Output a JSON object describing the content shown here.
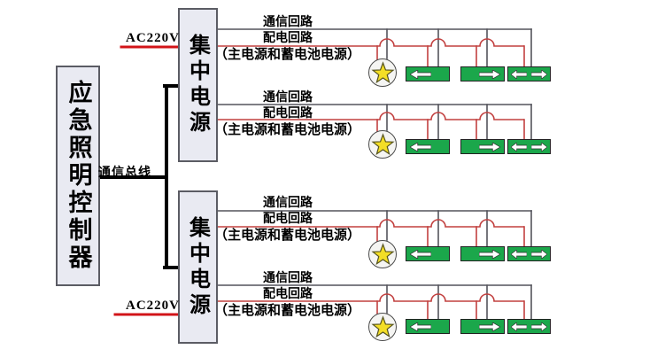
{
  "controller": {
    "label": "应急照明控制器"
  },
  "bus": {
    "label": "通信总线"
  },
  "power_supplies": [
    {
      "label": "集中电源",
      "ac_input_label": "AC220V",
      "circuits": [
        {
          "labels": {
            "comm": "通信回路",
            "power": "配电回路",
            "source": "（主电源和蓄电池电源）"
          },
          "devices": [
            "emergency-luminaire",
            "exit-sign-left",
            "exit-sign-right",
            "exit-sign-double"
          ]
        },
        {
          "labels": {
            "comm": "通信回路",
            "power": "配电回路",
            "source": "（主电源和蓄电池电源）"
          },
          "devices": [
            "emergency-luminaire",
            "exit-sign-left",
            "exit-sign-right",
            "exit-sign-double"
          ]
        }
      ]
    },
    {
      "label": "集中电源",
      "ac_input_label": "AC220V",
      "circuits": [
        {
          "labels": {
            "comm": "通信回路",
            "power": "配电回路",
            "source": "（主电源和蓄电池电源）"
          },
          "devices": [
            "emergency-luminaire",
            "exit-sign-left",
            "exit-sign-right",
            "exit-sign-double"
          ]
        },
        {
          "labels": {
            "comm": "通信回路",
            "power": "配电回路",
            "source": "（主电源和蓄电池电源）"
          },
          "devices": [
            "emergency-luminaire",
            "exit-sign-left",
            "exit-sign-right",
            "exit-sign-double"
          ]
        }
      ]
    }
  ],
  "colors": {
    "comm_line": "#54545c",
    "power_line": "#c2403f",
    "ac_line": "#d21418",
    "bus_line": "#000000",
    "box_fill": "#e9eaf2",
    "box_border": "#5b5c64",
    "sign_green": "#1ba74b",
    "star_yellow": "#f3de26"
  }
}
